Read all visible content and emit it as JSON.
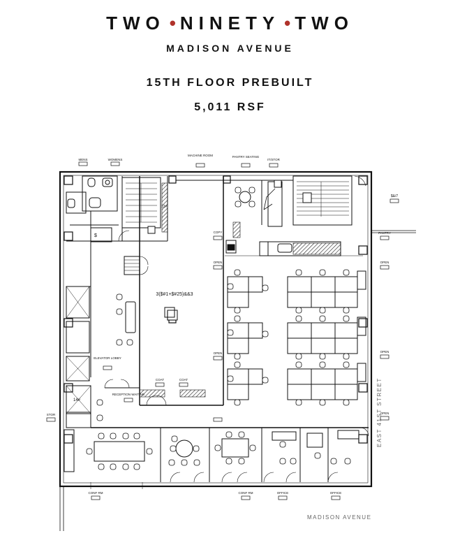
{
  "header": {
    "title_words": [
      "TWO",
      "NINETY",
      "TWO"
    ],
    "dot": "•",
    "subtitle": "MADISON AVENUE",
    "floor": "15TH FLOOR PREBUILT",
    "area": "5,011 RSF"
  },
  "streets": {
    "bottom": "MADISON AVENUE",
    "right": "EAST 41ST STREET"
  },
  "rooms": {
    "mens": "MENS",
    "womens": "WOMENS",
    "machine_room": "MACHINE ROOM",
    "pantry": "PANTRY SEATING",
    "it_stor": "IT/STOR",
    "pantry_right": "PANTRY",
    "copy": "COPY",
    "open1": "OPEN",
    "open2": "OPEN",
    "open3": "OPEN",
    "open4": "OPEN",
    "open5": "OPEN",
    "elevator_lobby": "ELEVATOR LOBBY",
    "reception": "RECEPTION WAITING",
    "coat1": "COAT",
    "coat2": "COAT",
    "stor": "STOR",
    "conf1": "CONF RM",
    "conf2": "CONF RM",
    "office1": "OFFICE",
    "office2": "OFFICE",
    "center_code": "3($#1+$#25)&&3",
    "dollar": "$",
    "tag_r1": "$&/7",
    "tag_stair": "14#",
    "tag_elev": "12#"
  },
  "colors": {
    "accent": "#b0322b",
    "line": "#111111",
    "hatch": "#222222"
  }
}
